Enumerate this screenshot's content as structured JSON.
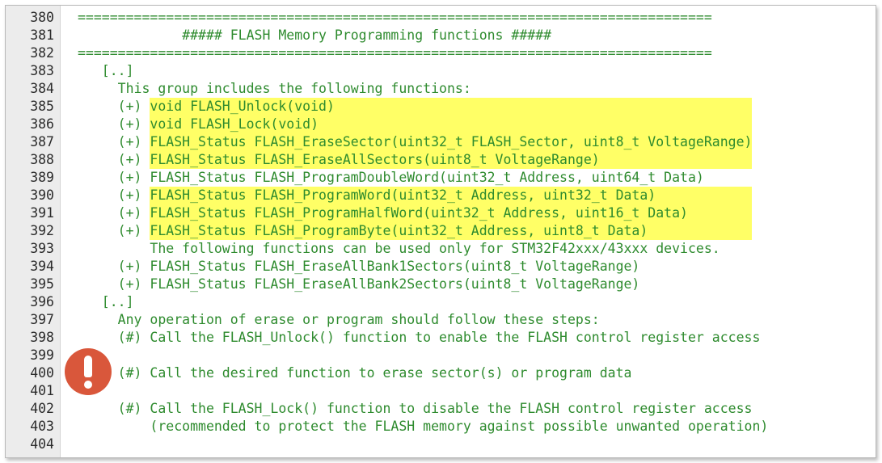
{
  "theme": {
    "comment_color": "#2e8b2e",
    "highlight_color": "#ffff66",
    "alert_color": "#d9573b"
  },
  "editor": {
    "lines": [
      {
        "num": "380",
        "text": "===============================================================================",
        "highlight": false
      },
      {
        "num": "381",
        "text": "             ##### FLASH Memory Programming functions #####",
        "highlight": false
      },
      {
        "num": "382",
        "text": "===============================================================================",
        "highlight": false
      },
      {
        "num": "383",
        "text": "   [..]",
        "highlight": false
      },
      {
        "num": "384",
        "text": "     This group includes the following functions:",
        "highlight": false
      },
      {
        "num": "385",
        "text": "     (+) ",
        "code": "void FLASH_Unlock(void)",
        "highlight": true
      },
      {
        "num": "386",
        "text": "     (+) ",
        "code": "void FLASH_Lock(void)",
        "highlight": true
      },
      {
        "num": "387",
        "text": "     (+) ",
        "code": "FLASH_Status FLASH_EraseSector(uint32_t FLASH_Sector, uint8_t VoltageRange)",
        "highlight": true
      },
      {
        "num": "388",
        "text": "     (+) ",
        "code": "FLASH_Status FLASH_EraseAllSectors(uint8_t VoltageRange)",
        "highlight": true
      },
      {
        "num": "389",
        "text": "     (+) FLASH_Status FLASH_ProgramDoubleWord(uint32_t Address, uint64_t Data)",
        "highlight": false
      },
      {
        "num": "390",
        "text": "     (+) ",
        "code": "FLASH_Status FLASH_ProgramWord(uint32_t Address, uint32_t Data)",
        "highlight": true
      },
      {
        "num": "391",
        "text": "     (+) ",
        "code": "FLASH_Status FLASH_ProgramHalfWord(uint32_t Address, uint16_t Data)",
        "highlight": true
      },
      {
        "num": "392",
        "text": "     (+) ",
        "code": "FLASH_Status FLASH_ProgramByte(uint32_t Address, uint8_t Data)",
        "highlight": true
      },
      {
        "num": "393",
        "text": "         The following functions can be used only for STM32F42xxx/43xxx devices.",
        "highlight": false
      },
      {
        "num": "394",
        "text": "     (+) FLASH_Status FLASH_EraseAllBank1Sectors(uint8_t VoltageRange)",
        "highlight": false
      },
      {
        "num": "395",
        "text": "     (+) FLASH_Status FLASH_EraseAllBank2Sectors(uint8_t VoltageRange)",
        "highlight": false
      },
      {
        "num": "396",
        "text": "   [..]",
        "highlight": false
      },
      {
        "num": "397",
        "text": "     Any operation of erase or program should follow these steps:",
        "highlight": false
      },
      {
        "num": "398",
        "text": "     (#) Call the FLASH_Unlock() function to enable the FLASH control register access",
        "highlight": false
      },
      {
        "num": "399",
        "text": "",
        "highlight": false
      },
      {
        "num": "400",
        "text": "     (#) Call the desired function to erase sector(s) or program data",
        "highlight": false
      },
      {
        "num": "401",
        "text": "",
        "highlight": false
      },
      {
        "num": "402",
        "text": "     (#) Call the FLASH_Lock() function to disable the FLASH control register access",
        "highlight": false
      },
      {
        "num": "403",
        "text": "         (recommended to protect the FLASH memory against possible unwanted operation)",
        "highlight": false
      },
      {
        "num": "404",
        "text": "",
        "highlight": false
      }
    ]
  },
  "alert": {
    "icon": "exclamation-alert-icon"
  }
}
